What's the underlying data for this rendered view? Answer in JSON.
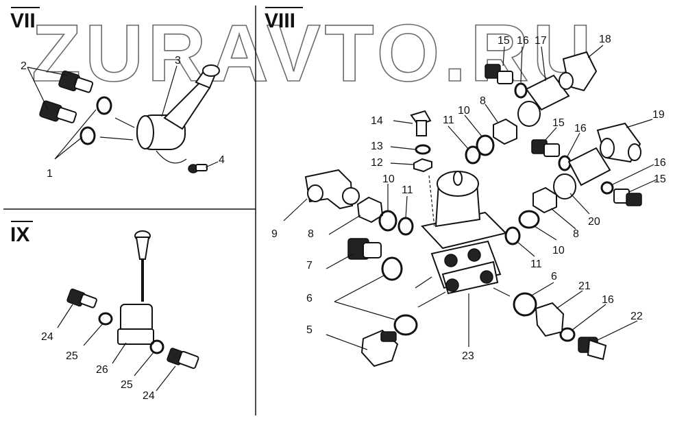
{
  "watermark": "ZURAVTO.RU",
  "sections": {
    "vii": "VII",
    "viii": "VIII",
    "ix": "IX"
  },
  "labels": {
    "vii": [
      "1",
      "2",
      "3",
      "4"
    ],
    "ix": [
      "24",
      "25",
      "26",
      "25",
      "24"
    ],
    "viii": [
      "5",
      "6",
      "6",
      "7",
      "8",
      "8",
      "8",
      "9",
      "10",
      "10",
      "10",
      "11",
      "11",
      "11",
      "12",
      "13",
      "14",
      "15",
      "15",
      "15",
      "16",
      "16",
      "16",
      "16",
      "17",
      "18",
      "19",
      "20",
      "21",
      "22",
      "23"
    ]
  }
}
